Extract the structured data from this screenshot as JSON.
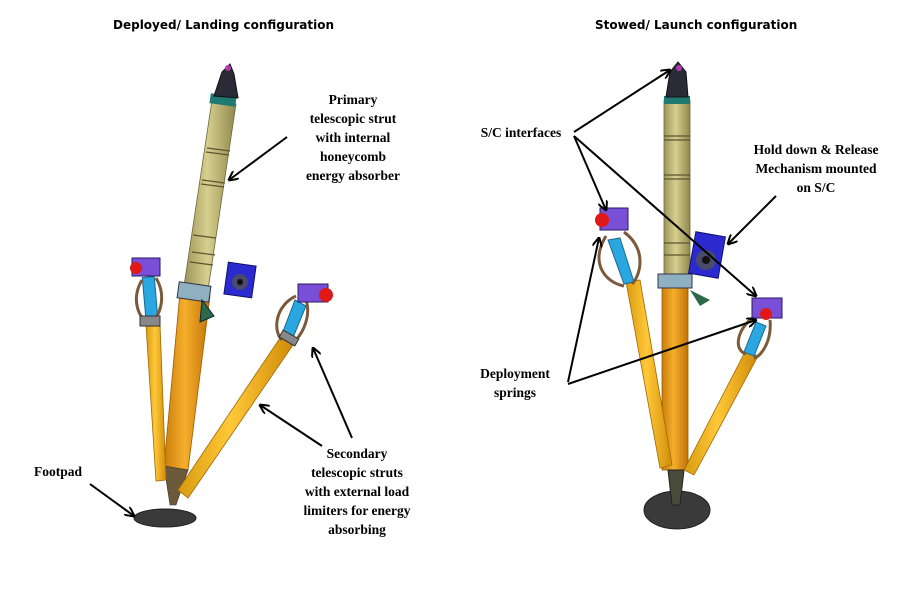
{
  "panels": {
    "left": {
      "title": "Deployed/ Landing configuration",
      "labels": {
        "primary_strut": "Primary\ntelescopic strut\nwith internal\nhoneycomb\nenergy absorber",
        "secondary_struts": "Secondary\ntelescopic struts\nwith external load\nlimiters for energy\nabsorbing",
        "footpad": "Footpad"
      }
    },
    "right": {
      "title": "Stowed/ Launch configuration",
      "labels": {
        "sc_interfaces": "S/C interfaces",
        "hold_down": "Hold down & Release\nMechanism mounted\non S/C",
        "deployment_springs": "Deployment\nsprings"
      }
    }
  },
  "colors": {
    "primary_upper": "#c9c27e",
    "primary_lower": "#f0a020",
    "secondary_strut": "#f5b21c",
    "spring_rod": "#2aa6e0",
    "interface_block": "#7a4fd8",
    "interface_red": "#e01818",
    "hdrm": "#2a2ad0",
    "footpad": "#3a3a3a",
    "arrow": "#000000"
  }
}
